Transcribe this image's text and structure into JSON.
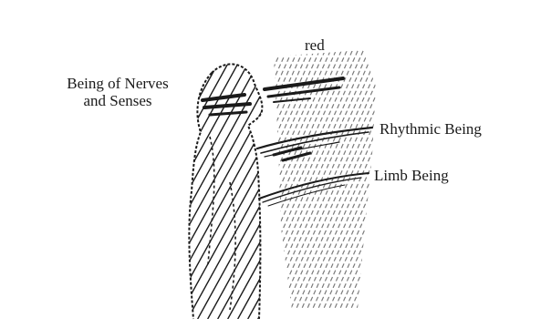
{
  "figure": {
    "labels": {
      "red": "red",
      "nerves_line1": "Being of Nerves",
      "nerves_line2": "and Senses",
      "rhythmic": "Rhythmic Being",
      "limb": "Limb Being"
    },
    "colors": {
      "ink": "#1a1a1a",
      "hatch_light": "#7a7a7a",
      "background": "#ffffff"
    }
  }
}
